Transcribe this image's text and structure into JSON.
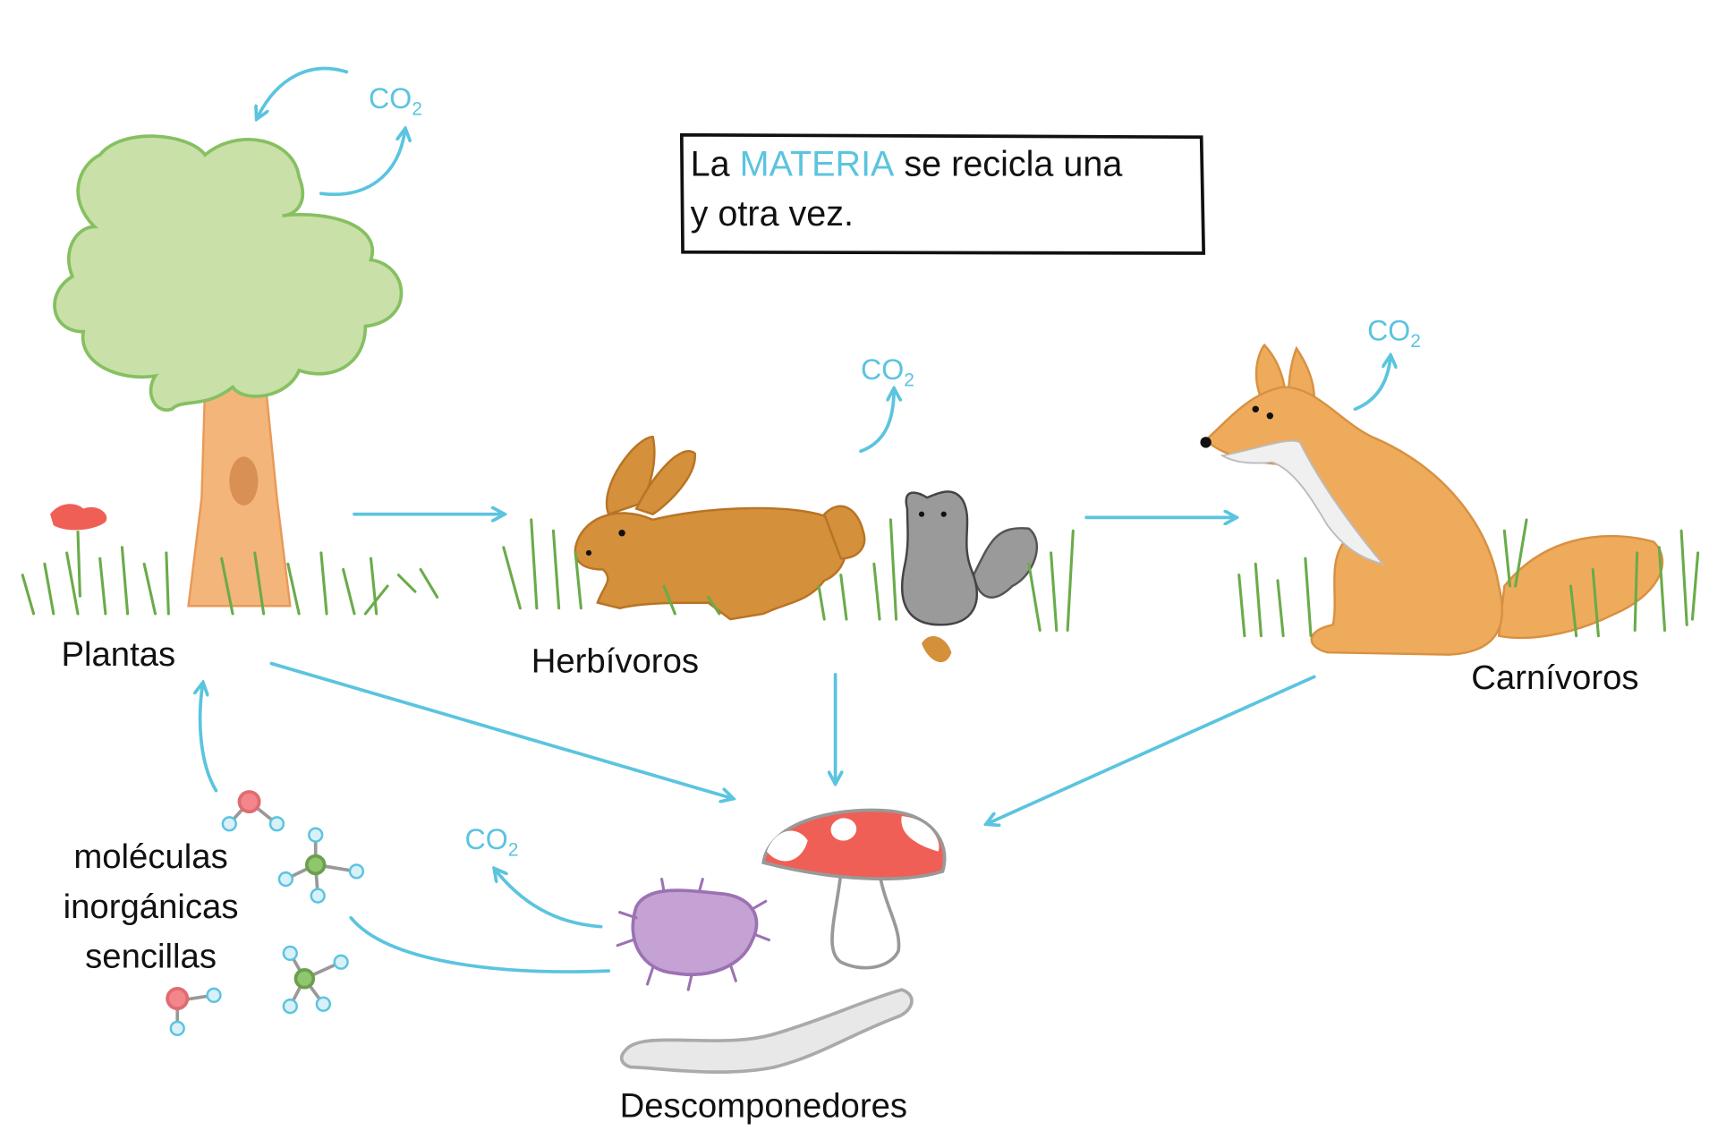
{
  "title_box": {
    "prefix": "La ",
    "highlight": "MATERIA",
    "line1_rest": " se recicla una",
    "line2": "y otra vez."
  },
  "labels": {
    "plants": "Plantas",
    "herbivores": "Herbívoros",
    "carnivores": "Carnívoros",
    "decomposers": "Descomponedores",
    "molecules_1": "moléculas",
    "molecules_2": "inorgánicas",
    "molecules_3": "sencillas"
  },
  "co2": {
    "main": "CO",
    "sub": "2"
  },
  "colors": {
    "accent": "#5bc4df",
    "tree_leaves": "#c9e0a8",
    "trunk": "#f4b57a",
    "rabbit": "#d4903a",
    "fox": "#efab5c",
    "squirrel": "#9a9a9a",
    "mushroom": "#ef5f55",
    "mite": "#c4a3d4"
  }
}
